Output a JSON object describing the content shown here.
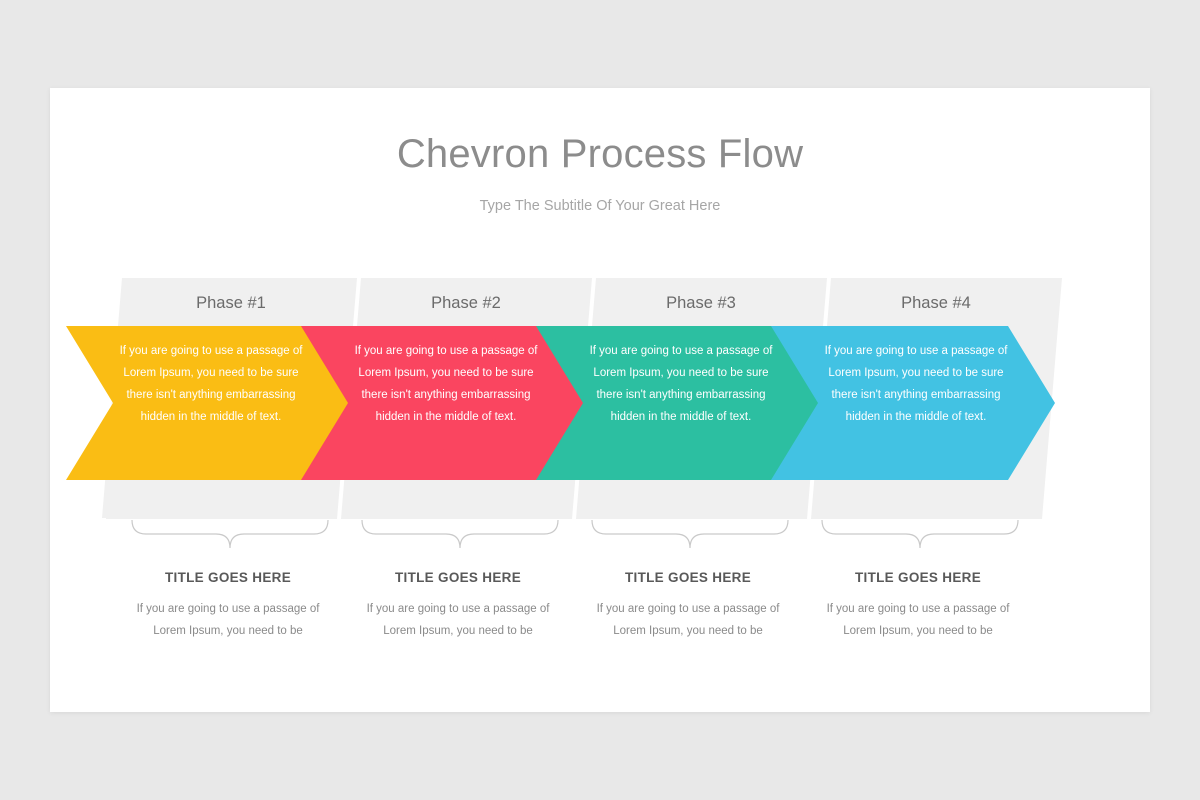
{
  "slide": {
    "title": "Chevron Process Flow",
    "subtitle": "Type The Subtitle Of Your Great Here",
    "background": "#e8e8e8",
    "surface": "#ffffff"
  },
  "palette": {
    "yellow": "#fabd14",
    "pink": "#fa4560",
    "teal": "#2cbfa1",
    "blue": "#42c2e3",
    "card_gray": "#f0f0f0",
    "header_gray": "#eeeeee",
    "title_gray": "#8c8c8c",
    "subtitle_gray": "#a6a6a6",
    "brace_gray": "#c9c9c9"
  },
  "phases": [
    {
      "label": "Phase #1",
      "color": "#fabd14",
      "body": "If you are going to use a passage of Lorem Ipsum, you need to be sure there isn't anything embarrassing hidden in the middle of text.",
      "foot_title": "TITLE GOES HERE",
      "foot_desc": "If you are going to use a passage of Lorem Ipsum, you need to be"
    },
    {
      "label": "Phase #2",
      "color": "#fa4560",
      "body": "If you are going to use a passage of Lorem Ipsum, you need to be sure there isn't anything embarrassing hidden in the middle of text.",
      "foot_title": "TITLE GOES HERE",
      "foot_desc": "If you are going to use a passage of Lorem Ipsum, you need to be"
    },
    {
      "label": "Phase #3",
      "color": "#2cbfa1",
      "body": "If you are going to use a passage of Lorem Ipsum, you need to be sure there isn't anything embarrassing hidden in the middle of text.",
      "foot_title": "TITLE GOES HERE",
      "foot_desc": "If you are going to use a passage of Lorem Ipsum, you need to be"
    },
    {
      "label": "Phase #4",
      "color": "#42c2e3",
      "body": "If you are going to use a passage of Lorem Ipsum, you need to be sure there isn't anything embarrassing hidden in the middle of text.",
      "foot_title": "TITLE GOES HERE",
      "foot_desc": "If you are going to use a passage of Lorem Ipsum, you need to be"
    }
  ]
}
